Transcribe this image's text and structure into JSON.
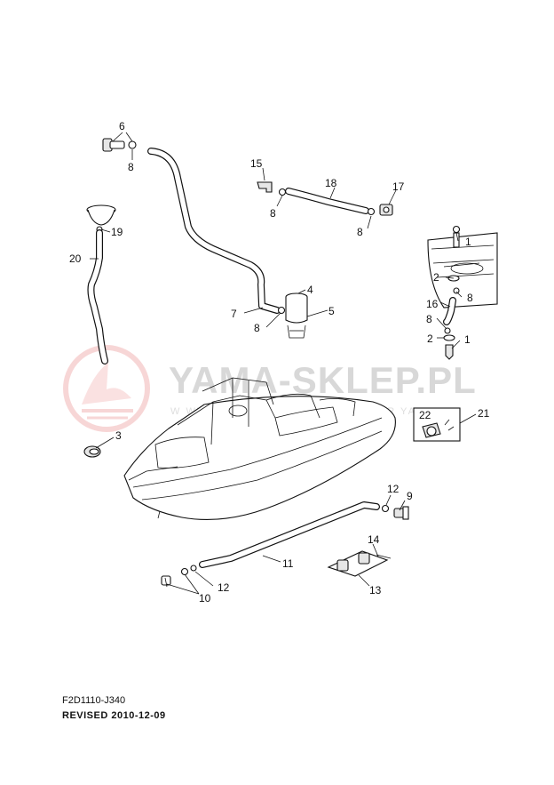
{
  "watermark": {
    "brand": "YAMA-SKLEP.PL",
    "tagline": "W  WWW.YAMA-SKLEP.PL  PARTS FOR YAMAHA"
  },
  "callouts": {
    "c1a": "1",
    "c1b": "1",
    "c2a": "2",
    "c2b": "2",
    "c3": "3",
    "c4": "4",
    "c5": "5",
    "c6": "6",
    "c7": "7",
    "c8a": "8",
    "c8b": "8",
    "c8c": "8",
    "c8d": "8",
    "c8e": "8",
    "c8f": "8",
    "c9": "9",
    "c10": "10",
    "c11": "11",
    "c12a": "12",
    "c12b": "12",
    "c13": "13",
    "c14": "14",
    "c15": "15",
    "c16": "16",
    "c17": "17",
    "c18": "18",
    "c19": "19",
    "c20": "20",
    "c21": "21",
    "c22": "22"
  },
  "footer": {
    "code": "F2D1110-J340",
    "revised": "REVISED 2010-12-09"
  }
}
